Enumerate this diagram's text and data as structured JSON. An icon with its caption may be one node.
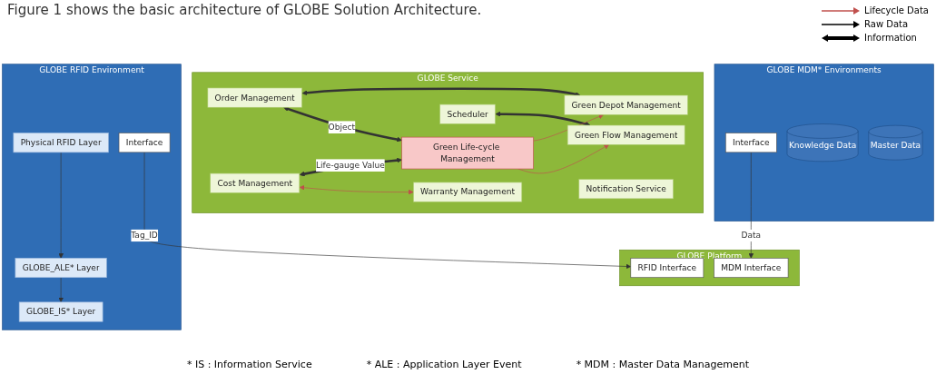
{
  "diagram": {
    "title": "Figure 1 shows the basic architecture of GLOBE Solution Architecture.",
    "nodes": [
      {
        "text": [
          "GLOBE RFID Environment"
        ]
      },
      {
        "text": [
          "Physical RFID Layer"
        ],
        "in": 0
      },
      {
        "text": [
          "GLOBE_ALE* Layer"
        ],
        "in": 0
      },
      {
        "text": [
          "GLOBE_IS* Layer"
        ],
        "in": 0
      },
      {
        "text": [
          "Interface"
        ],
        "in": 0
      },
      {
        "text": [
          "GLOBE Service"
        ]
      },
      {
        "text": [
          "Notification Service"
        ],
        "in": 5
      },
      {
        "text": [
          "Order Management"
        ],
        "in": 5
      },
      {
        "text": [
          "Green Depot Management"
        ],
        "in": 5
      },
      {
        "text": [
          "Scheduler"
        ],
        "in": 5
      },
      {
        "text": [
          "Green Flow Management"
        ],
        "in": 5
      },
      {
        "text": [
          "Green Life-cycle Management"
        ],
        "in": 5
      },
      {
        "text": [
          "Cost Management"
        ],
        "in": 5
      },
      {
        "text": [
          "Warranty Management"
        ],
        "in": 5
      },
      {
        "text": [
          "GLOBE MDM* Environments"
        ]
      },
      {
        "text": [
          "Master Data"
        ],
        "in": 14
      },
      {
        "text": [
          "Knowledge Data"
        ],
        "in": 14
      },
      {
        "text": [
          "Interface"
        ],
        "in": 14
      },
      {
        "text": [
          "GLOBE Platform"
        ]
      },
      {
        "text": [
          "RFID Interface"
        ],
        "in": 18
      },
      {
        "text": [
          "MDM Interface"
        ],
        "in": 18
      }
    ],
    "edges": [
      {
        "from": 1,
        "to": 2,
        "arrow": "to"
      },
      {
        "from": 2,
        "to": 3,
        "arrow": "to"
      },
      {
        "from": 4,
        "to": 19,
        "arrow": "to",
        "label": "Tag_ID"
      },
      {
        "from": 17,
        "to": 20,
        "arrow": "to",
        "label": "Data"
      },
      {
        "from": 7,
        "to": 8,
        "arrow": "both",
        "style": "thick"
      },
      {
        "from": 9,
        "to": 10,
        "arrow": "both",
        "style": "thick"
      },
      {
        "from": 7,
        "to": 11,
        "arrow": "both",
        "style": "thick",
        "label": "Object"
      },
      {
        "from": 12,
        "to": 11,
        "arrow": "both",
        "style": "thick",
        "label": "Life-gauge Value"
      },
      {
        "from": 11,
        "to": 8,
        "arrow": "to",
        "color": "#c0504d"
      },
      {
        "from": 11,
        "to": 10,
        "arrow": "to",
        "color": "#c0504d"
      },
      {
        "from": 12,
        "to": 13,
        "arrow": "both",
        "color": "#c0504d"
      }
    ],
    "labels": [
      "* IS : Information Service",
      "* ALE : Application Layer Event",
      "* MDM : Master Data Management"
    ],
    "legend": [
      {
        "text": "Lifecycle Data"
      },
      {
        "text": "Raw Data"
      },
      {
        "text": "Information"
      }
    ]
  }
}
